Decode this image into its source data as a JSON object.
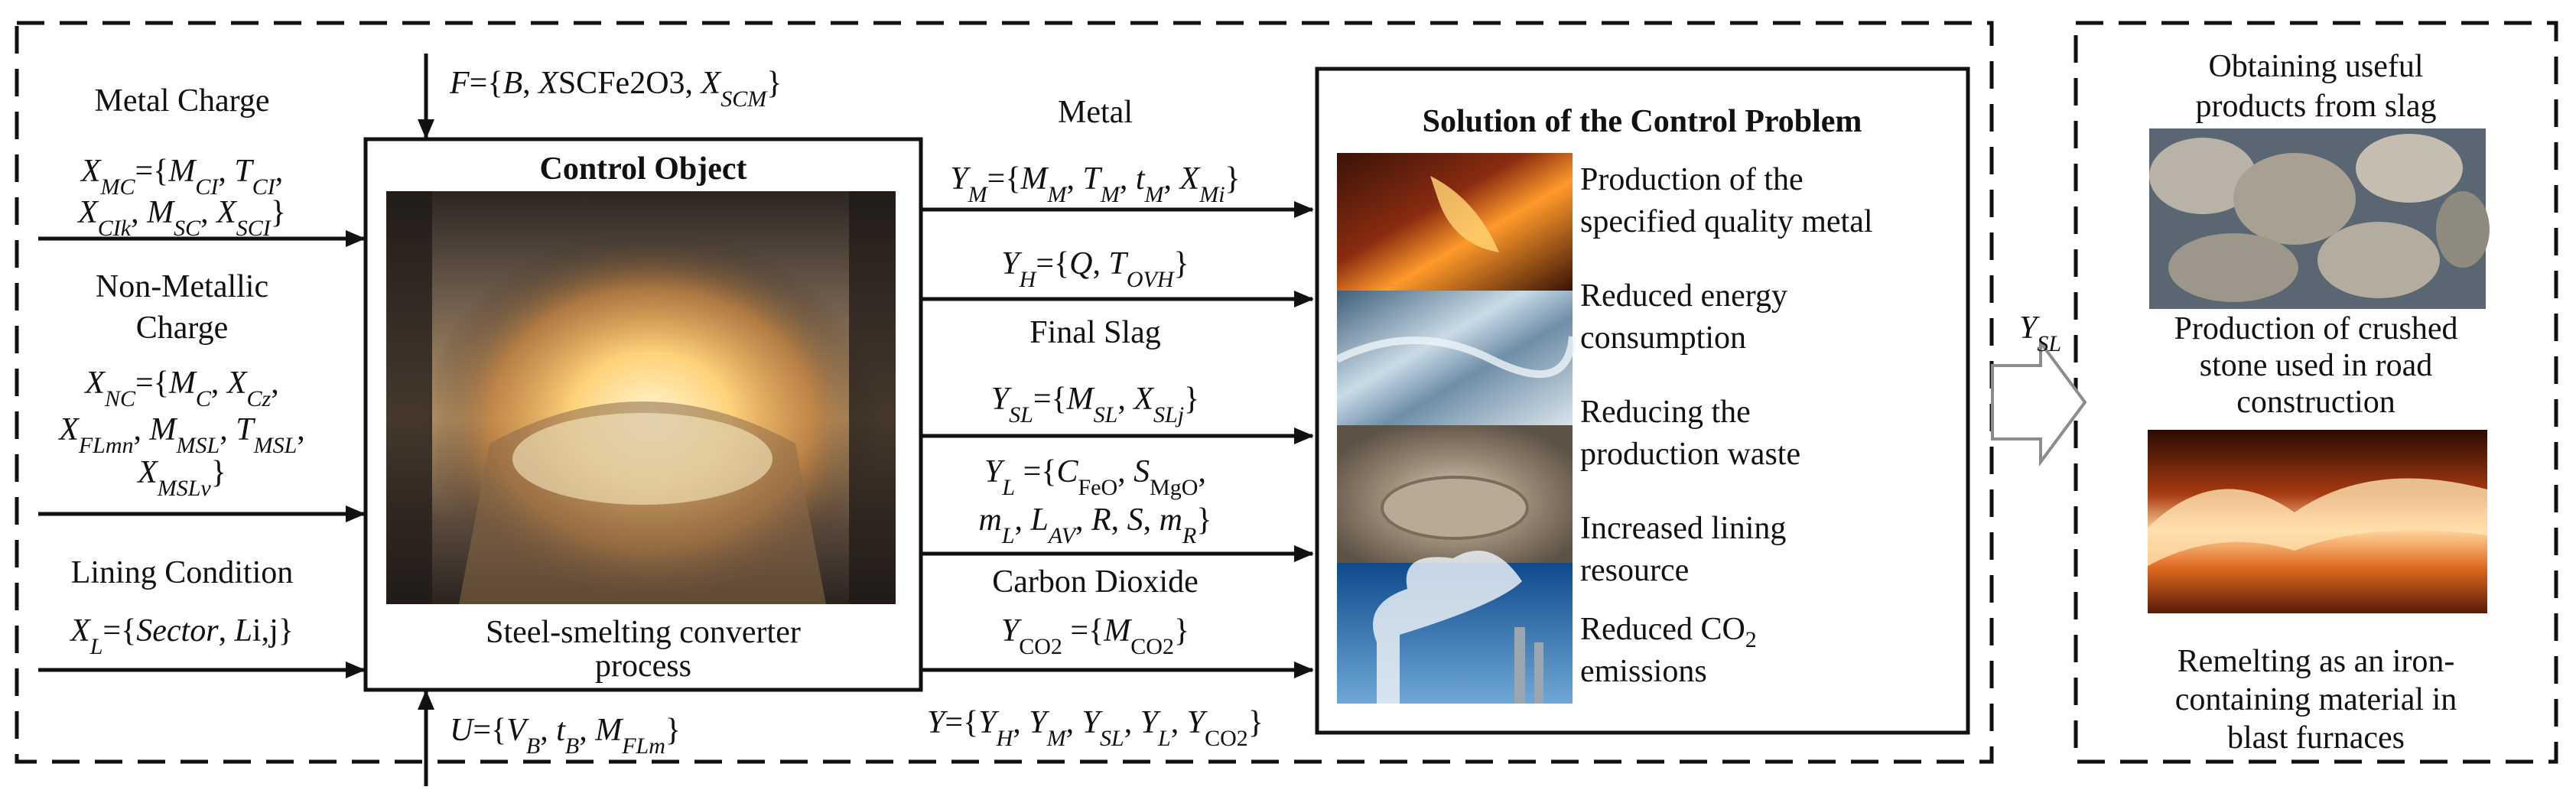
{
  "system": {
    "inputs": {
      "metal_charge": {
        "title": "Metal Charge",
        "formula_line1": [
          "X",
          "MC",
          "={",
          "M",
          "CI",
          ", ",
          "T",
          "CI",
          ","
        ],
        "formula_line2": [
          "X",
          "CIk",
          ", ",
          "M",
          "SC",
          ", ",
          "X",
          "SCI",
          "}"
        ]
      },
      "non_metallic_charge": {
        "title_line1": "Non-Metallic",
        "title_line2": "Charge",
        "formula_line1": [
          "X",
          "NC",
          "={",
          "M",
          "C",
          ", ",
          "X",
          "Cz",
          ","
        ],
        "formula_line2": [
          "X",
          "FLmn",
          ", ",
          "M",
          "MSL",
          ", ",
          "T",
          "MSL",
          ","
        ],
        "formula_line3": [
          "X",
          "MSLv",
          "}"
        ]
      },
      "lining_condition": {
        "title": "Lining Condition",
        "formula": [
          "X",
          "L",
          "={",
          "Sector",
          ", ",
          "L",
          "i,j",
          "}"
        ]
      }
    },
    "disturbance": [
      "F",
      "={",
      "B",
      ", ",
      "X",
      "SCFe2O3,",
      " ",
      "X",
      "SCM",
      "}"
    ],
    "control": [
      "U",
      "={",
      "V",
      "B",
      ", ",
      "t",
      "B",
      ", ",
      "M",
      "FLm",
      "}"
    ],
    "control_object": {
      "title": "Control Object",
      "caption_line1": "Steel-smelting converter",
      "caption_line2": "process"
    },
    "outputs": {
      "metal": {
        "title": "Metal",
        "formula": [
          "Y",
          "M",
          "={",
          "M",
          "M",
          ", ",
          "T",
          "M",
          ", ",
          "t",
          "M",
          ", ",
          "X",
          "Mi",
          "}"
        ]
      },
      "heat": {
        "formula": [
          "Y",
          "H",
          "={",
          "Q",
          ", ",
          "T",
          "OVH",
          "}"
        ]
      },
      "final_slag": {
        "title": "Final Slag",
        "formula": [
          "Y",
          "SL",
          "={",
          "M",
          "SL",
          ", ",
          "X",
          "SLj",
          "}"
        ]
      },
      "lining": {
        "formula_line1": [
          "Y",
          "L",
          " ={",
          "C",
          "FeO",
          ", ",
          "S",
          "MgO",
          ","
        ],
        "formula_line2": [
          "m",
          "L",
          ", ",
          "L",
          "AV",
          ", ",
          "R",
          ", ",
          "S",
          ", ",
          "m",
          "R",
          "}"
        ]
      },
      "carbon_dioxide": {
        "title": "Carbon Dioxide",
        "formula": [
          "Y",
          "CO2",
          " ={",
          "M",
          "CO2",
          "}"
        ]
      },
      "total": [
        "Y",
        "={",
        "Y",
        "H",
        ", ",
        "Y",
        "M",
        ", ",
        "Y",
        "SL",
        ", ",
        "Y",
        "L",
        ", ",
        "Y",
        "CO2",
        "}"
      ]
    },
    "solution": {
      "title": "Solution of the Control Problem",
      "items": [
        {
          "line1": "Production of the",
          "line2": "specified quality metal"
        },
        {
          "line1": "Reduced energy",
          "line2": "consumption"
        },
        {
          "line1": "Reducing the",
          "line2": "production waste"
        },
        {
          "line1": "Increased lining",
          "line2": "resource"
        },
        {
          "line1": "Reduced CO",
          "sub": "2",
          "line2": "emissions"
        }
      ]
    },
    "slag_arrow_label": [
      "Y",
      "SL"
    ],
    "slag_uses": [
      {
        "line1": "Obtaining useful",
        "line2": "products from slag",
        "line3": ""
      },
      {
        "line1": "Production of crushed",
        "line2": "stone used in road",
        "line3": "construction"
      },
      {
        "line1": "Remelting as an iron-",
        "line2": "containing material in",
        "line3": "blast furnaces"
      }
    ]
  }
}
